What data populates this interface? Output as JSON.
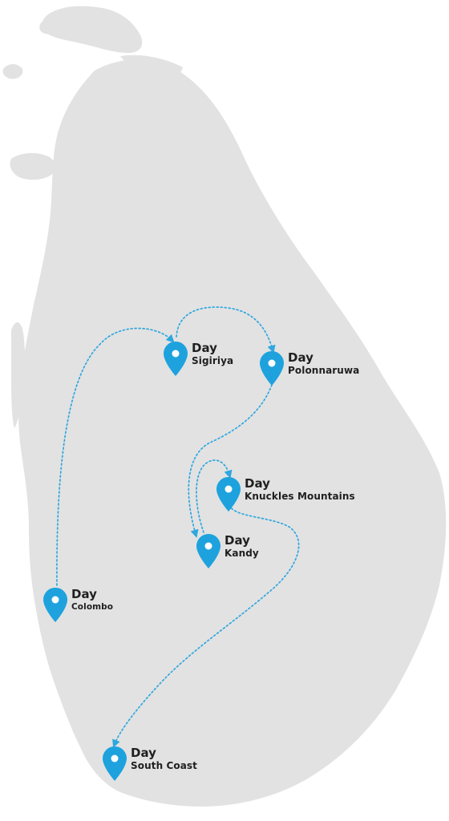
{
  "map": {
    "colors": {
      "land": "#e2e2e2",
      "route": "#2fa7df",
      "pin": "#1ea2de",
      "pin_center": "#ffffff",
      "text": "#1f1f1f"
    },
    "stops": [
      {
        "day_label": "Day",
        "place": "Sigiriya",
        "icon": "map-pin-icon"
      },
      {
        "day_label": "Day",
        "place": "Polonnaruwa",
        "icon": "map-pin-icon"
      },
      {
        "day_label": "Day",
        "place": "Knuckles Mountains",
        "icon": "map-pin-icon"
      },
      {
        "day_label": "Day",
        "place": "Kandy",
        "icon": "map-pin-icon"
      },
      {
        "day_label": "Day",
        "place": "Colombo",
        "icon": "map-pin-icon"
      },
      {
        "day_label": "Day",
        "place": "South Coast",
        "icon": "map-pin-icon"
      }
    ],
    "route_order": [
      "Colombo",
      "Sigiriya",
      "Polonnaruwa",
      "Kandy",
      "Knuckles Mountains",
      "South Coast"
    ]
  }
}
